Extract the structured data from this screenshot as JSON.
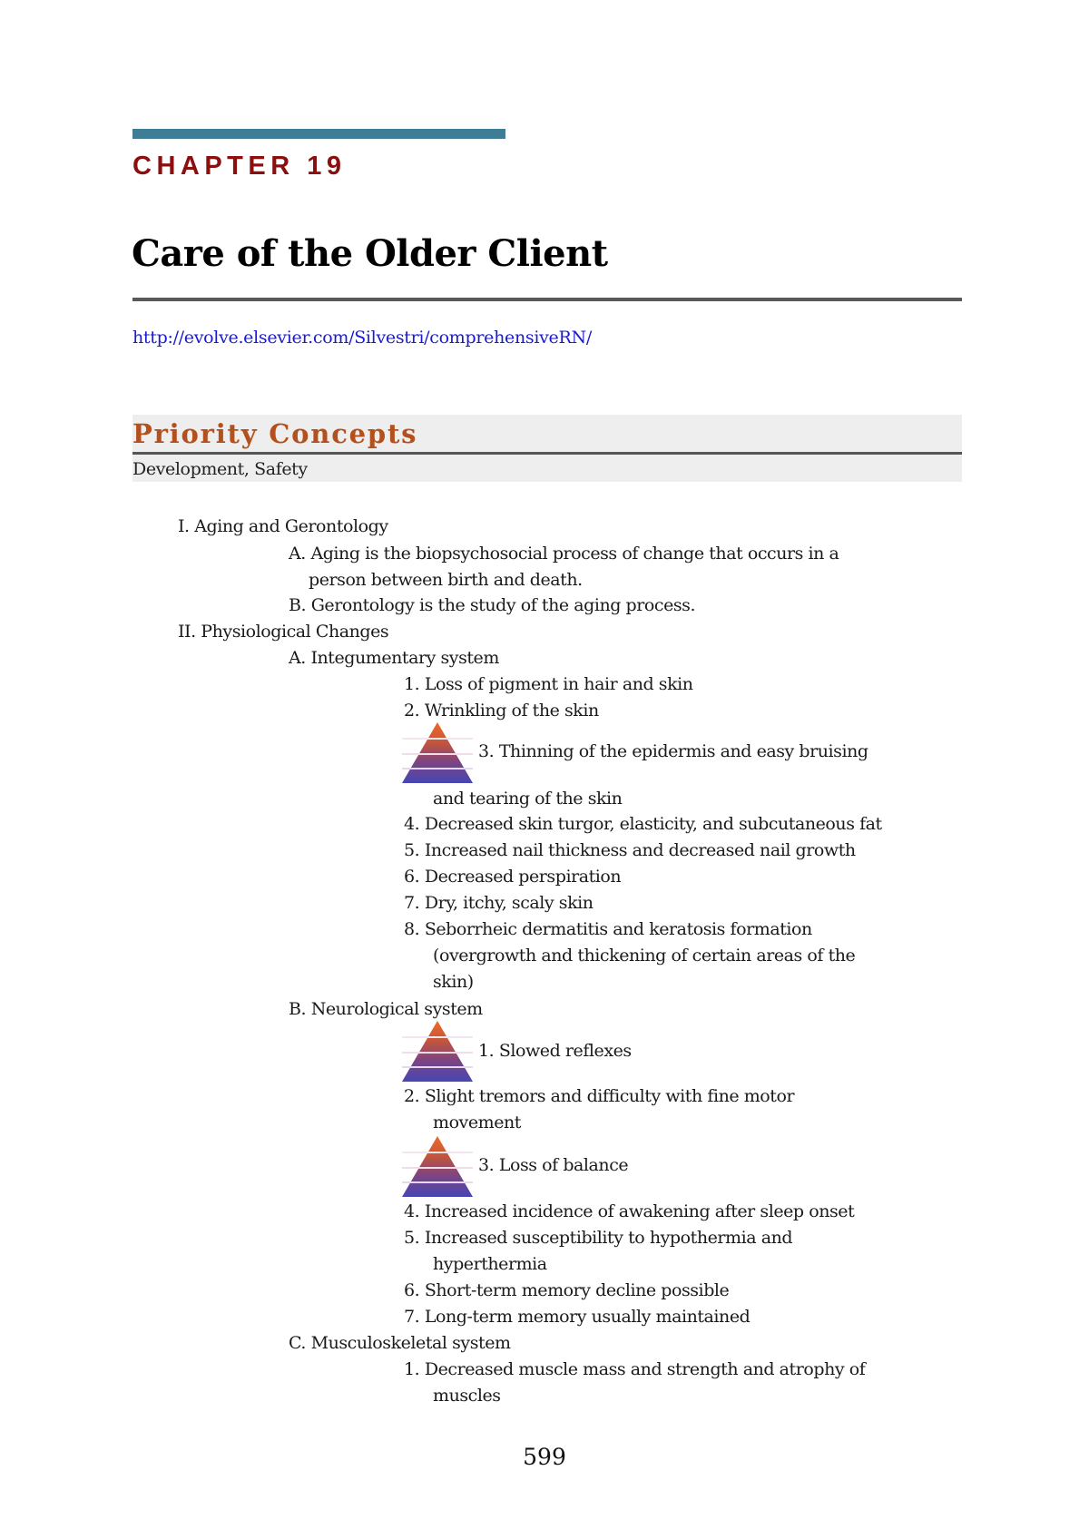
{
  "header": {
    "chapter_label": "CHAPTER 19",
    "chapter_title": "Care of the Older Client",
    "url": "http://evolve.elsevier.com/Silvestri/comprehensiveRN/"
  },
  "priority_concepts": {
    "heading": "Priority Concepts",
    "body": "Development, Safety"
  },
  "outline": {
    "s1": {
      "label": "I. Aging and Gerontology",
      "a": {
        "line1": "A. Aging is the biopsychosocial process of change that occurs in a",
        "line2": "person between birth and death."
      },
      "b": "B. Gerontology is the study of the aging process."
    },
    "s2": {
      "label": "II. Physiological Changes",
      "a": {
        "label": "A. Integumentary system",
        "items": [
          "1. Loss of pigment in hair and skin",
          "2. Wrinkling of the skin",
          "3. Thinning of the epidermis and easy bruising",
          "and tearing of the skin",
          "4. Decreased skin turgor, elasticity, and subcutaneous fat",
          "5. Increased nail thickness and decreased nail growth",
          "6. Decreased perspiration",
          "7. Dry, itchy, scaly skin",
          "8. Seborrheic dermatitis and keratosis formation",
          "(overgrowth and thickening of certain areas of the",
          "skin)"
        ]
      },
      "b": {
        "label": "B. Neurological system",
        "items": [
          "1. Slowed reflexes",
          "2. Slight tremors and difficulty with fine motor",
          "movement",
          "3. Loss of balance",
          "4. Increased incidence of awakening after sleep onset",
          "5. Increased susceptibility to hypothermia and",
          "hyperthermia",
          "6. Short-term memory decline possible",
          "7. Long-term memory usually maintained"
        ]
      },
      "c": {
        "label": "C. Musculoskeletal system",
        "items": [
          "1. Decreased muscle mass and strength and atrophy of",
          "muscles"
        ]
      }
    }
  },
  "icons": {
    "priority_pyramid": "pyramid-priority-icon"
  },
  "colors": {
    "teal_bar": "#3f7d96",
    "chapter_red": "#8b0f0f",
    "link_blue": "#1a1ad0",
    "priority_orange": "#b4501d",
    "pyramid_top": "#e8622a",
    "pyramid_bottom": "#4646b4"
  },
  "footer": {
    "page_number": "599"
  }
}
